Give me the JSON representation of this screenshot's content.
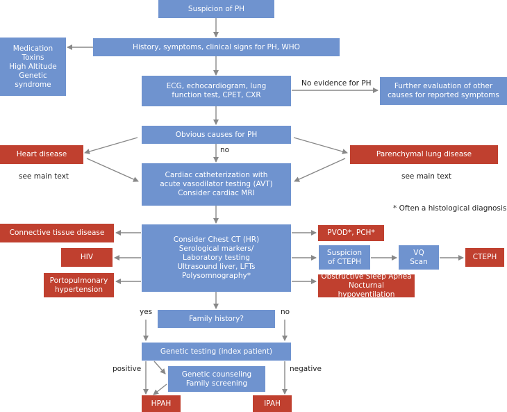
{
  "colors": {
    "blue_box": "#6f93cf",
    "red_box": "#c0402f",
    "arrow": "#888888"
  },
  "boxes": {
    "suspicion": "Suspicion of PH",
    "history": "History, symptoms, clinical signs for PH, WHO",
    "medication": "Medication\nToxins\nHigh Altitude\nGenetic\nsyndrome",
    "ecg": "ECG, echocardiogram, lung\nfunction test, CPET, CXR",
    "further": "Further evaluation of other\ncauses for reported symptoms",
    "obvious": "Obvious causes for PH",
    "heart": "Heart disease",
    "lung": "Parenchymal lung disease",
    "cath": "Cardiac catheterization with\nacute vasodilator testing (AVT)\nConsider cardiac MRI",
    "ctd": "Connective tissue disease",
    "chest": "Consider Chest CT (HR)\nSerological markers/\nLaboratory testing\nUltrasound liver, LFTs\nPolysomnography*",
    "pvod": "PVOD*, PCH*",
    "hiv": "HIV",
    "cteph_susp": "Suspicion\nof CTEPH",
    "vq": "VQ\nScan",
    "cteph": "CTEPH",
    "porto": "Portopulmonary\nhypertension",
    "osa": "Obstructive Sleep Apnea\nNocturnal hypoventilation",
    "family": "Family history?",
    "genetic": "Genetic testing (index patient)",
    "counsel": "Genetic counseling\nFamily screening",
    "hpah": "HPAH",
    "ipah": "IPAH"
  },
  "labels": {
    "no_evidence": "No evidence for PH",
    "no1": "no",
    "see1": "see main text",
    "see2": "see main text",
    "footnote": "* Often a histological diagnosis",
    "yes": "yes",
    "no2": "no",
    "positive": "positive",
    "negative": "negative"
  }
}
